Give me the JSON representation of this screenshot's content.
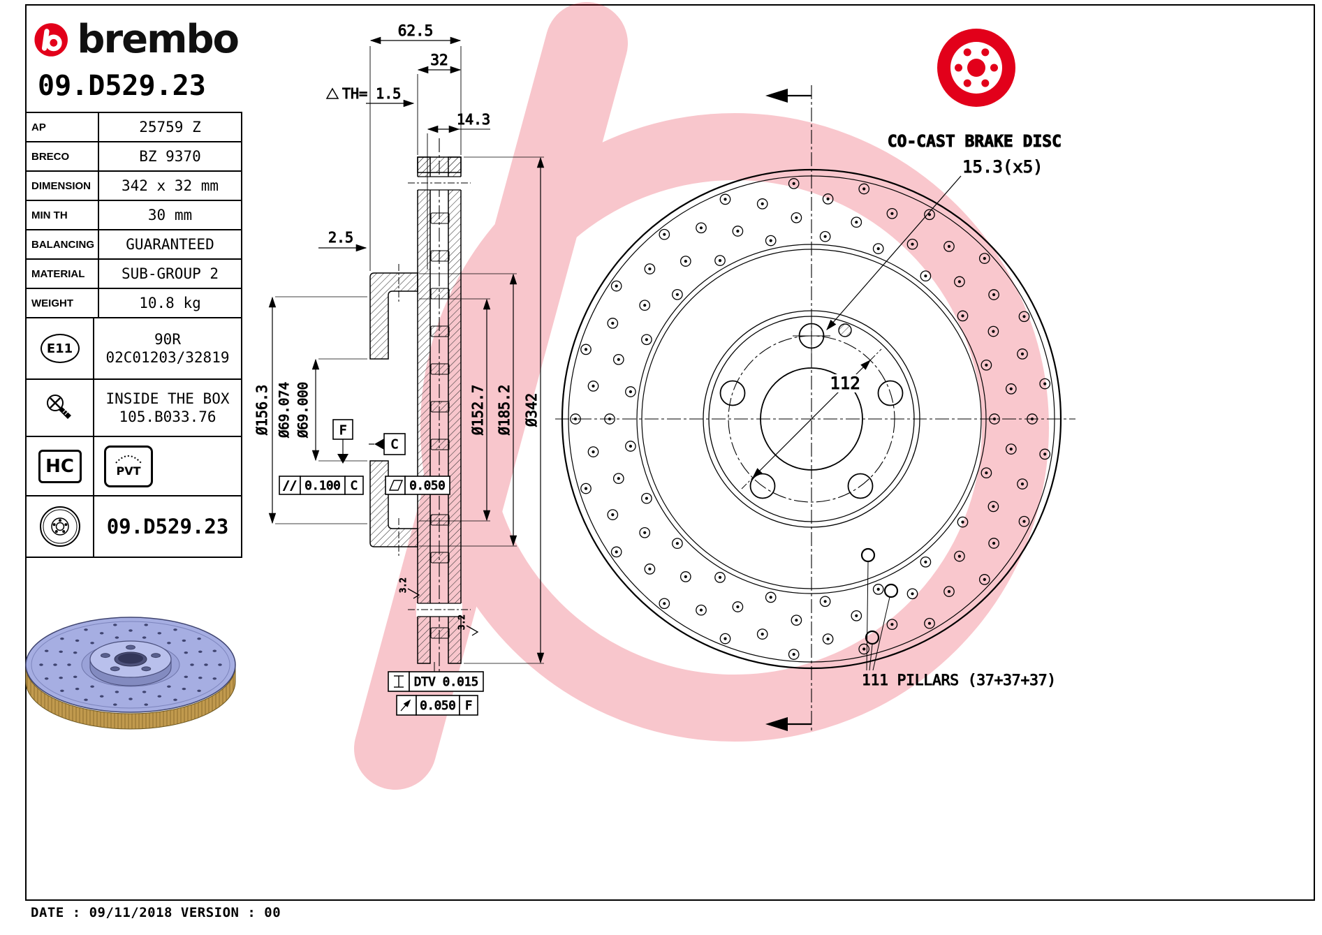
{
  "brand": {
    "wordmark": "brembo",
    "accent": "#e2001a"
  },
  "part_number": "09.D529.23",
  "spec_table": {
    "rows": [
      {
        "label": "AP",
        "value": "25759 Z"
      },
      {
        "label": "BRECO",
        "value": "BZ 9370"
      },
      {
        "label": "DIMENSION",
        "value": "342 x 32 mm"
      },
      {
        "label": "MIN TH",
        "value": "30 mm"
      },
      {
        "label": "BALANCING",
        "value": "GUARANTEED"
      },
      {
        "label": "MATERIAL",
        "value": "SUB-GROUP 2"
      },
      {
        "label": "WEIGHT",
        "value": "10.8 kg"
      }
    ],
    "homologation": {
      "badge": "E11",
      "line1": "90R",
      "line2": "02C01203/32819"
    },
    "inside_the_box": {
      "line1": "INSIDE THE BOX",
      "line2": "105.B033.76"
    },
    "badge_hc": "HC",
    "badge_pvt": "PVT",
    "part_row_number": "09.D529.23"
  },
  "section_view": {
    "dim_overall_width": "62.5",
    "dim_disc_width": "32",
    "dim_min_th": "TH= 1.5",
    "dim_hat_depth": "14.3",
    "dim_pad_offset": "2.5",
    "dia_hat": "Ø156.3",
    "dia_bore_max": "Ø69.074",
    "dia_bore_min": "Ø69.000",
    "dia_inner_vent": "Ø152.7",
    "dia_friction_inner": "Ø185.2",
    "dia_outer": "Ø342",
    "datum_f": "F",
    "datum_c": "C",
    "tol_parallelism": {
      "symbol": "//",
      "value": "0.100",
      "datum": "C"
    },
    "tol_flatness": {
      "value": "0.050"
    },
    "tol_dtv": "DTV 0.015",
    "tol_runout": {
      "value": "0.050",
      "datum": "F"
    },
    "surface_finish": "3.2"
  },
  "front_view": {
    "title": "CO-CAST BRAKE DISC",
    "dim_bolt_holes": "15.3(x5)",
    "dim_pcd": "112",
    "pillars_note": "111 PILLARS (37+37+37)"
  },
  "footer": {
    "date_line": "DATE : 09/11/2018 VERSION : 00"
  }
}
